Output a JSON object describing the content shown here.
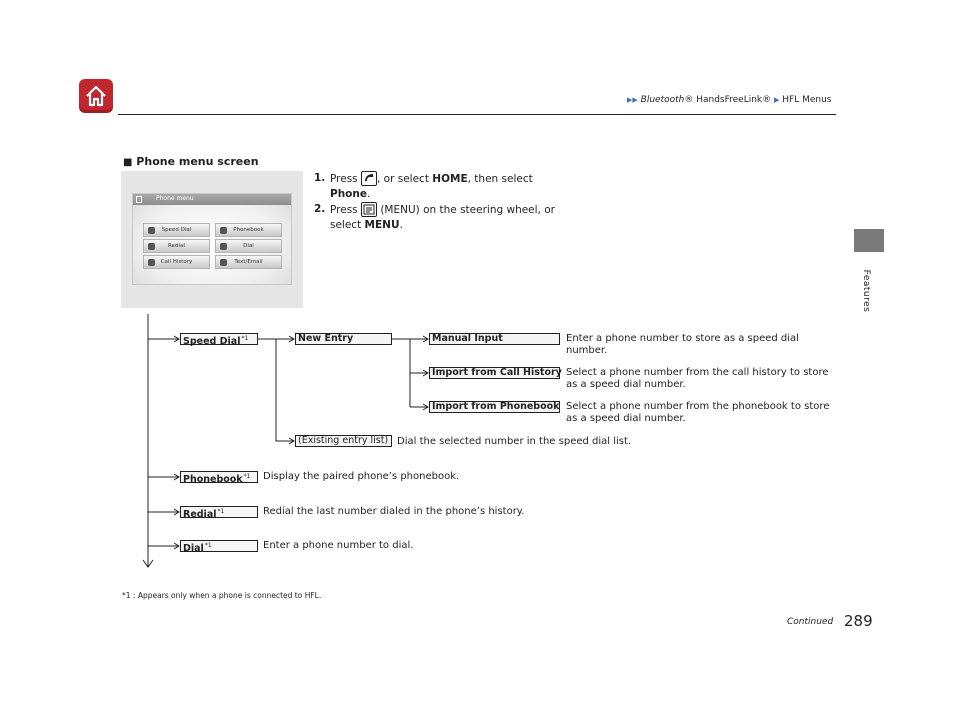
{
  "header": {
    "breadcrumb_part1": "Bluetooth",
    "breadcrumb_part2": "® HandsFreeLink®",
    "breadcrumb_part3": "HFL Menus"
  },
  "side_tab_label": "Features",
  "section": {
    "title": "Phone menu screen"
  },
  "screen": {
    "title": "Phone menu",
    "tiles": [
      "Speed Dial",
      "Phonebook",
      "Redial",
      "Dial",
      "Call History",
      "Text/Email"
    ]
  },
  "steps": [
    {
      "num": "1.",
      "pre": "Press",
      "mid": ", or select",
      "bold1": "HOME",
      "post1": ", then select",
      "bold2": "Phone",
      "post2": "."
    },
    {
      "num": "2.",
      "pre": "Press",
      "mid": "(MENU) on the steering wheel, or select",
      "bold1": "MENU",
      "post1": "."
    }
  ],
  "tree": {
    "speed_dial": "Speed Dial",
    "new_entry": "New Entry",
    "manual_input": "Manual Input",
    "manual_input_desc": "Enter a phone number to store as a speed dial number.",
    "import_call_history": "Import from Call History",
    "import_call_history_desc": "Select a phone number from the call history to store as a speed dial number.",
    "import_phonebook": "Import from Phonebook",
    "import_phonebook_desc": "Select a phone number from the phonebook to store as a speed dial number.",
    "existing_entry": "(Existing entry list)",
    "existing_entry_desc": "Dial the selected number in the speed dial list.",
    "phonebook": "Phonebook",
    "phonebook_desc": "Display the paired phone’s phonebook.",
    "redial": "Redial",
    "redial_desc": "Redial the last number dialed in the phone’s history.",
    "dial": "Dial",
    "dial_desc": "Enter a phone number to dial.",
    "footnote_mark": "*1"
  },
  "footer": {
    "footnote": "*1 : Appears only when a phone is connected to HFL.",
    "continued": "Continued",
    "page_number": "289"
  },
  "colors": {
    "home_red": "#c0262d",
    "accent_blue": "#3f6fb4",
    "tab_gray": "#7a7a7a"
  }
}
